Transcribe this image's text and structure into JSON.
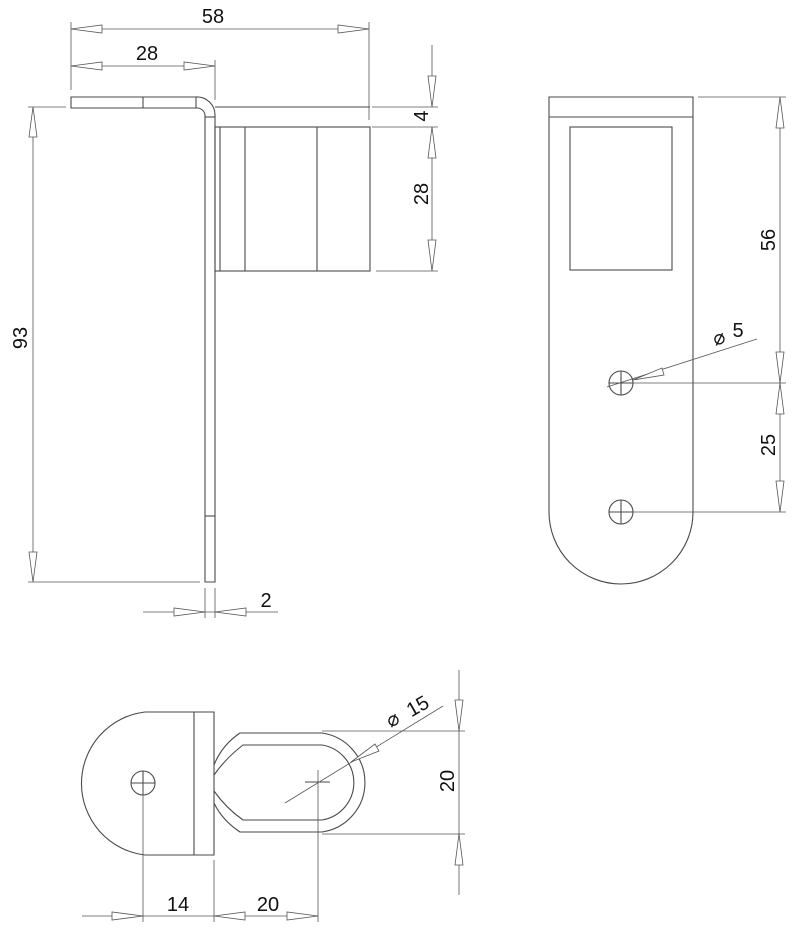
{
  "drawing": {
    "type": "technical-drawing",
    "views": [
      "side-view",
      "front-view",
      "top-view"
    ],
    "line_color": "#4a4a4a",
    "background": "#ffffff"
  },
  "side_view": {
    "dimensions": {
      "overall_width": "58",
      "flange_length": "28",
      "overall_height": "93",
      "top_offset": "4",
      "loop_height": "28",
      "thickness": "2"
    }
  },
  "front_view": {
    "dimensions": {
      "height_to_hole": "56",
      "hole_diameter_symbol": "⌀",
      "hole_diameter": "5",
      "hole_spacing": "25"
    }
  },
  "top_view": {
    "dimensions": {
      "hole_offset": "14",
      "loop_center_offset": "20",
      "loop_width": "20",
      "loop_diameter_symbol": "⌀",
      "loop_diameter": "15"
    }
  }
}
